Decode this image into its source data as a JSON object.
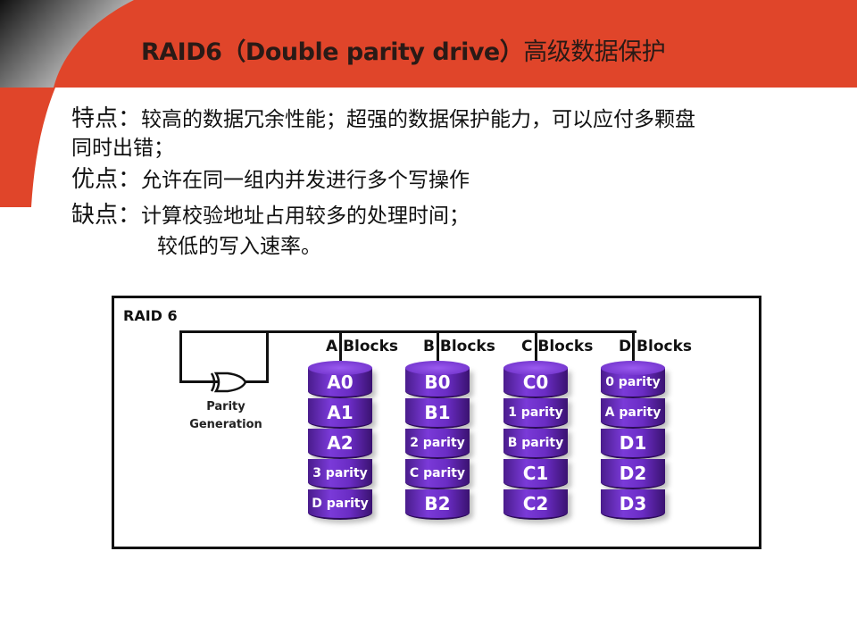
{
  "slide": {
    "title_en": "RAID6（Double parity drive）",
    "title_cn": "高级数据保护",
    "features_label": "特点：",
    "features_text": "较高的数据冗余性能；超强的数据保护能力，可以应付多颗盘",
    "features_text2": "同时出错；",
    "pros_label": "优点：",
    "pros_text": "允许在同一组内并发进行多个写操作",
    "cons_label": "缺点：",
    "cons_text": "计算校验地址占用较多的处理时间；",
    "cons_text2": "较低的写入速率。"
  },
  "diagram": {
    "label": "RAID 6",
    "parity_gen_1": "Parity",
    "parity_gen_2": "Generation",
    "disks": [
      {
        "header": "A Blocks",
        "segments": [
          "A0",
          "A1",
          "A2",
          "3 parity",
          "D parity"
        ]
      },
      {
        "header": "B Blocks",
        "segments": [
          "B0",
          "B1",
          "2 parity",
          "C parity",
          "B2"
        ]
      },
      {
        "header": "C Blocks",
        "segments": [
          "C0",
          "1 parity",
          "B parity",
          "C1",
          "C2"
        ]
      },
      {
        "header": "D Blocks",
        "segments": [
          "0 parity",
          "A parity",
          "D1",
          "D2",
          "D3"
        ]
      }
    ],
    "colors": {
      "accent": "#e0452a",
      "disk": "#6a2cc4"
    }
  }
}
